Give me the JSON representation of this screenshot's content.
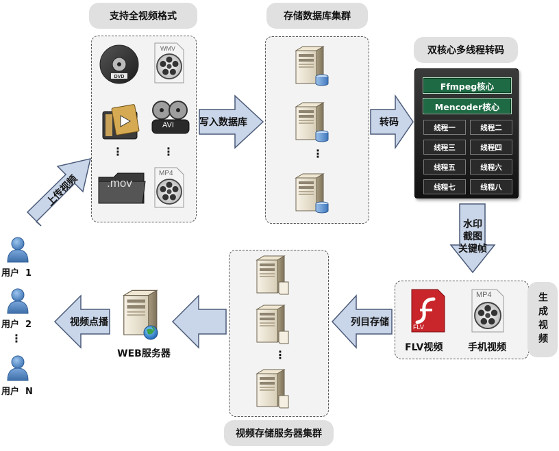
{
  "sections": {
    "formats_title": "支持全视频格式",
    "db_title": "存储数据库集群",
    "transcode_title": "双核心多线程转码",
    "storage_title": "视频存储服务器集群",
    "generate_title": "生成视频"
  },
  "arrows": {
    "upload": "上传视频",
    "write_db": "写入数据库",
    "transcode": "转码",
    "post_process": [
      "水印",
      "截图",
      "关键帧"
    ],
    "list_store": "列目存储",
    "vod": "视频点播"
  },
  "formats": {
    "wmv": "WMV",
    "avi": "AVI",
    "mov": ".mov",
    "mp4": "MP4",
    "dots": "⋮"
  },
  "transcoder": {
    "cores": [
      "Ffmpeg核心",
      "Mencoder核心"
    ],
    "threads": [
      "线程一",
      "线程二",
      "线程三",
      "线程四",
      "线程五",
      "线程六",
      "线程七",
      "线程八"
    ]
  },
  "outputs": {
    "flv_label": "FLV视频",
    "flv_tag": "FLV",
    "mobile_label": "手机视频",
    "mobile_tag": "MP4"
  },
  "web_server": "WEB服务器",
  "users": {
    "user1": "用户  1",
    "user2": "用户  2",
    "userN": "用户  N",
    "dots": "⋮"
  },
  "colors": {
    "arrow_fill": "#c9d5e8",
    "arrow_stroke": "#4a5a78",
    "core_green": "#1e6a44",
    "user_blue": "#5a8fc8",
    "flash_red": "#c8262a"
  }
}
